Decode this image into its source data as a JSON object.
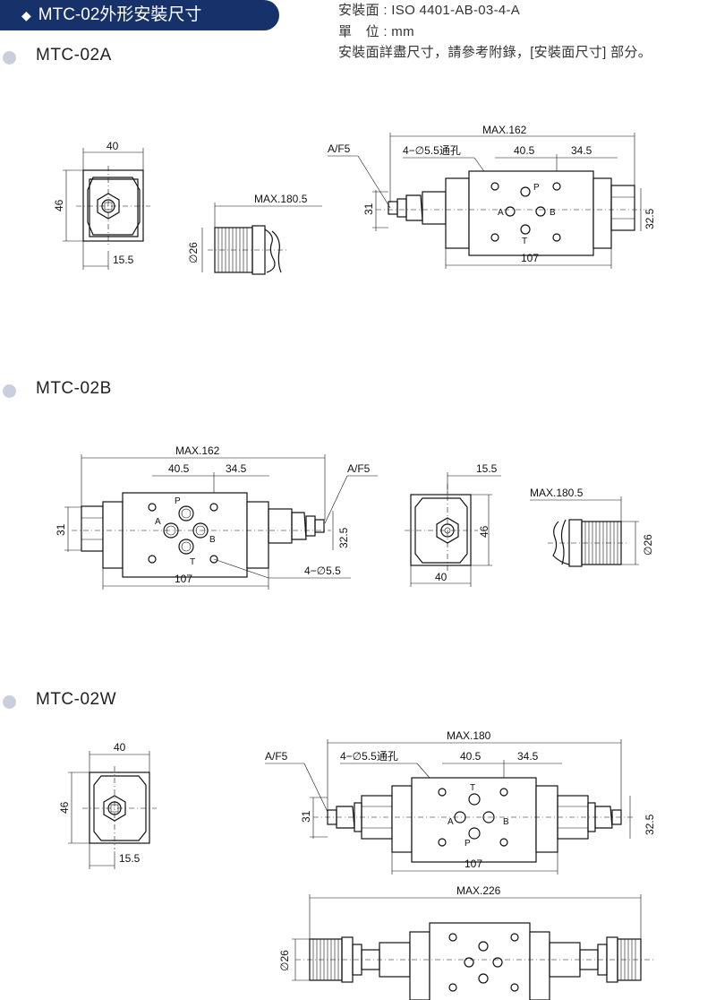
{
  "header": {
    "title": "MTC-02外形安裝尺寸"
  },
  "spec": {
    "line1": "安裝面 : ISO 4401-AB-03-4-A",
    "line2": "單　位 : mm",
    "line3": "安裝面詳盡尺寸，請參考附錄，[安裝面尺寸] 部分。"
  },
  "sections": {
    "a": {
      "label": "MTC-02A"
    },
    "b": {
      "label": "MTC-02B"
    },
    "w": {
      "label": "MTC-02W"
    }
  },
  "dims": {
    "a": {
      "w40": "40",
      "h46": "46",
      "d155": "15.5",
      "max1805": "MAX.180.5",
      "d26": "∅26",
      "af5": "A/F5",
      "holes": "4−∅5.5通孔",
      "max162": "MAX.162",
      "d405": "40.5",
      "d345": "34.5",
      "h31": "31",
      "h325": "32.5",
      "l107": "107",
      "p": "P",
      "a": "A",
      "b": "B",
      "t": "T"
    },
    "b": {
      "max162": "MAX.162",
      "d405": "40.5",
      "d345": "34.5",
      "af5": "A/F5",
      "h31": "31",
      "h325": "32.5",
      "l107": "107",
      "holes": "4−∅5.5",
      "d155": "15.5",
      "h46": "46",
      "w40": "40",
      "max1805": "MAX.180.5",
      "d26": "∅26",
      "p": "P",
      "a": "A",
      "b": "B",
      "t": "T"
    },
    "w": {
      "w40": "40",
      "h46": "46",
      "d155": "15.5",
      "af5": "A/F5",
      "holes": "4−∅5.5通孔",
      "max180": "MAX.180",
      "d405": "40.5",
      "d345": "34.5",
      "h31": "31",
      "h325": "32.5",
      "l107": "107",
      "max226": "MAX.226",
      "d26": "∅26",
      "p": "P",
      "a": "A",
      "b": "B",
      "t": "T"
    }
  },
  "colors": {
    "header_bg": "#17326b",
    "bullet": "#c9cfdc",
    "line": "#111111"
  }
}
